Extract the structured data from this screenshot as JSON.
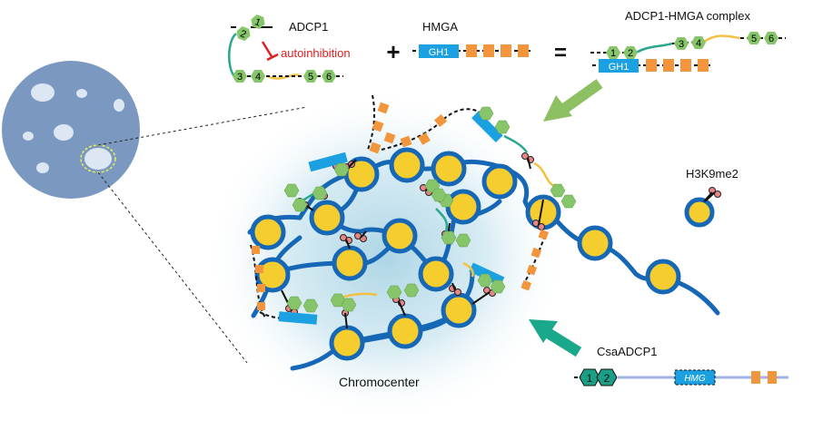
{
  "labels": {
    "adcp1": "ADCP1",
    "autoinhibition": "autoinhibition",
    "hmga": "HMGA",
    "complex": "ADCP1-HMGA  complex",
    "plus": "+",
    "equals": "=",
    "h3k9me2": "H3K9me2",
    "csaadcp1": "CsaADCP1",
    "chromocenter": "Chromocenter"
  },
  "domains": {
    "gh1": "GH1",
    "hmg": "HMG",
    "d1": "1",
    "d2": "2",
    "d3": "3",
    "d4": "4",
    "d5": "5",
    "d6": "6"
  },
  "colors": {
    "nucleus": "#7b98c0",
    "chromocenter_spot": "#dce7f3",
    "highlight_ring": "#e8f05a",
    "chromatin": "#1667b5",
    "nucleosome_core": "#f5cd2e",
    "hexagon": "#86c56a",
    "hexagon_dark": "#1a9e86",
    "hmg_box": "#f2953c",
    "gh1": "#1ba1e2",
    "linker_yellow": "#f4c043",
    "linker_teal": "#2aa88e",
    "methyl": "#e98585",
    "arrow_green": "#8cc063",
    "arrow_teal": "#1aa88c",
    "inhibit": "#e02020",
    "glow": "#b8dbe8"
  }
}
